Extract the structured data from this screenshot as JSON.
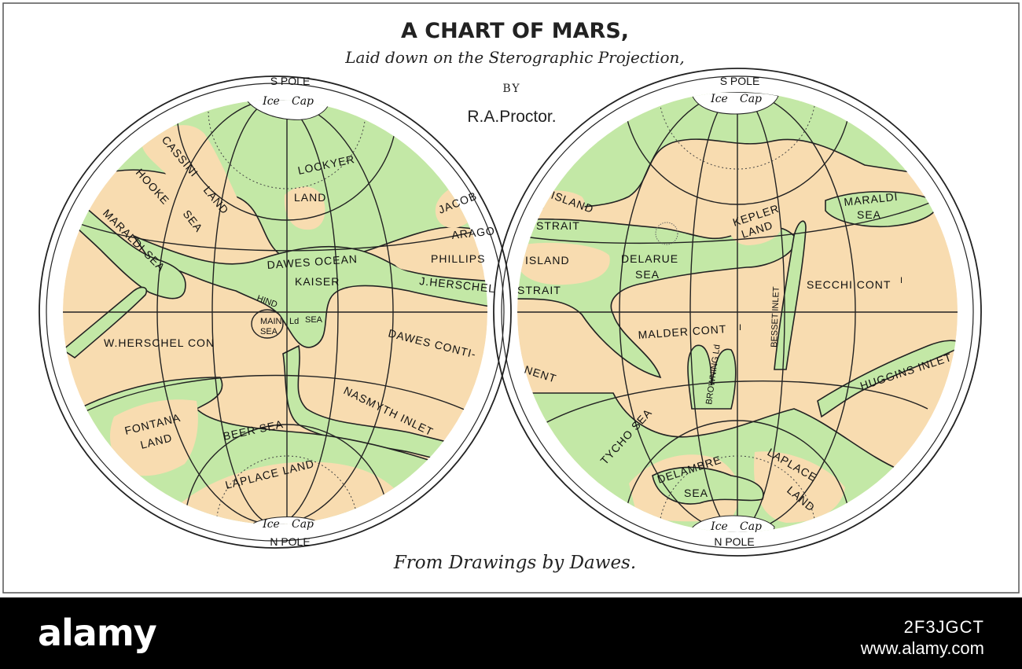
{
  "title": "A CHART OF MARS,",
  "subtitle": "Laid down on the Sterographic Projection,",
  "by": "BY",
  "author": "R.A.Proctor.",
  "credit": "From Drawings by Dawes.",
  "colors": {
    "land": "#f8dcb0",
    "sea": "#c3e8a6",
    "ice": "#ffffff",
    "background": "#ffffff",
    "footer": "#000000"
  },
  "left_hemisphere": {
    "south_pole": "S POLE",
    "north_pole": "N POLE",
    "ice_cap_top": [
      "Ice",
      "Cap"
    ],
    "ice_cap_bottom": [
      "Ice",
      "Cap"
    ],
    "labels": {
      "cassini": "CASSINI",
      "land1": "LAND",
      "hooke": "HOOKE",
      "sea1": "SEA",
      "lockyer": "LOCKYER",
      "land2": "LAND",
      "jacob": "JACOB",
      "arago": "ARAGO",
      "maraldi_sea": "MARALDI SEA",
      "dawes_ocean": "DAWES OCEAN",
      "phillips": "PHILLIPS",
      "kaiser": "KAISER",
      "j_herschel": "J.HERSCHEL",
      "hind": "HIND",
      "ld": "Ld",
      "sea2": "SEA",
      "main": "MAIN",
      "sea3": "SEA",
      "w_herschel": "W.HERSCHEL CON",
      "dawes_continent": "DAWES CONTI-",
      "nasmyth_inlet": "NASMYTH INLET",
      "fontana": "FONTANA",
      "land3": "LAND",
      "beer_sea": "BEER SEA",
      "laplace_land": "LAPLACE LAND"
    }
  },
  "right_hemisphere": {
    "south_pole": "S POLE",
    "north_pole": "N POLE",
    "ice_cap_top": [
      "Ice",
      "Cap"
    ],
    "ice_cap_bottom": [
      "Ice",
      "Cap"
    ],
    "labels": {
      "island1": "ISLAND",
      "strait1": "STRAIT",
      "island2": "ISLAND",
      "strait2": "STRAIT",
      "delarue": "DELARUE",
      "sea1": "SEA",
      "kepler": "KEPLER",
      "land1": "LAND",
      "maraldi": "MARALDI",
      "sea2": "SEA",
      "secchi": "SECCHI CONT",
      "secchi_sup": "I",
      "madler": "MALDER CONT",
      "madler_sup": "I",
      "bessel_inlet": "BESSET INLET",
      "browning": "BROWNING Ld",
      "nent": "NENT",
      "huggins_inlet": "HUGGINS INLET",
      "tycho_sea": "TYCHO SEA",
      "delambre": "DELAMBRE",
      "sea3": "SEA",
      "laplace": "LAPLACE",
      "land2": "LAND"
    }
  },
  "watermark": {
    "brand": "alamy",
    "image_id": "2F3JGCT",
    "url": "www.alamy.com"
  }
}
